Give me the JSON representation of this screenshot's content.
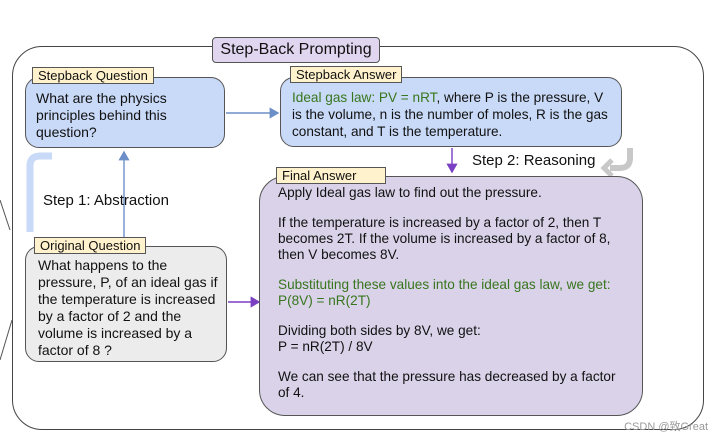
{
  "title": "Step-Back Prompting",
  "stepback_question": {
    "label": "Stepback Question",
    "text": "What are the physics principles behind this question?"
  },
  "stepback_answer": {
    "label": "Stepback Answer",
    "highlight": "Ideal gas law: PV = nRT",
    "text": ", where P is the pressure, V is the volume, n is the number of moles, R is the gas constant, and T is the temperature."
  },
  "original_question": {
    "label": "Original Question",
    "text": "What happens to the pressure, P, of an ideal gas if the temperature is increased by a factor of 2 and the volume is increased by a factor of 8 ?"
  },
  "final_answer": {
    "label": "Final Answer",
    "p1": "Apply Ideal gas law to find out the pressure.",
    "p2": "If the temperature is increased by a factor of 2, then T becomes 2T. If the volume is increased by a factor of 8, then V becomes 8V.",
    "p3a": "Substituting these values into the ideal gas law, we get:",
    "p3b": "P(8V) = nR(2T)",
    "p4a": "Dividing both sides by 8V, we get:",
    "p4b": "P = nR(2T) / 8V",
    "p5": "We can see that the pressure has decreased by a factor of 4."
  },
  "steps": {
    "abstraction": "Step 1: Abstraction",
    "reasoning": "Step 2: Reasoning"
  },
  "watermark": "CSDN @致Great",
  "colors": {
    "blue_box": "#c9daf8",
    "purple_box": "#d9d2e9",
    "grey_box": "#ececec",
    "label_bg": "#fff2cc",
    "green_text": "#38761d",
    "arrow_blue": "#6d8fc7",
    "arrow_purple": "#7b3fc4"
  }
}
